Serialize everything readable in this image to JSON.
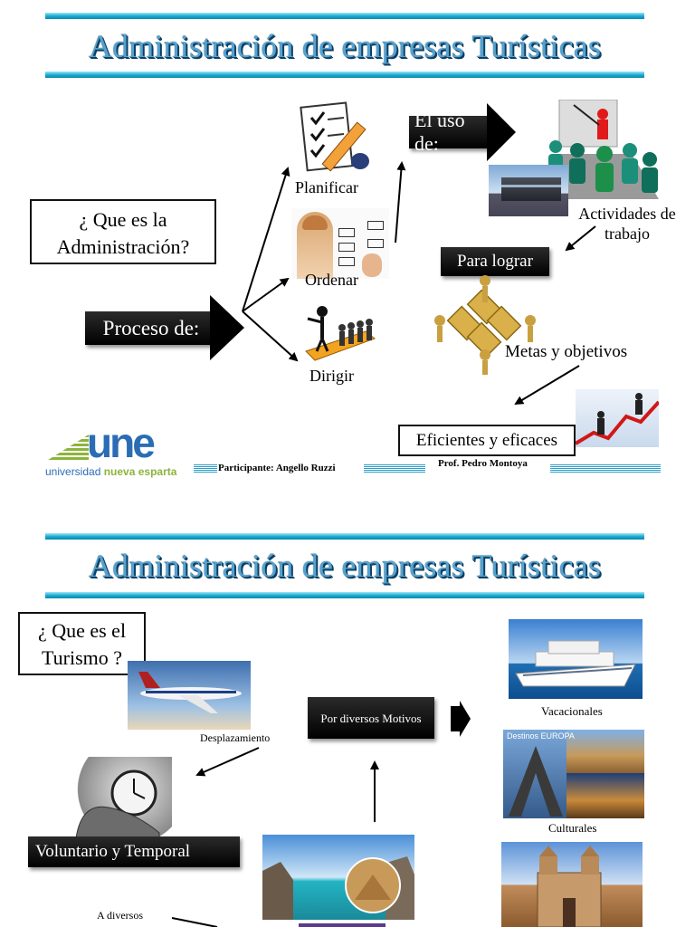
{
  "slide1": {
    "title": "Administración de empresas Turísticas",
    "question": "¿ Que es la Administración?",
    "proceso": "Proceso de:",
    "planificar": "Planificar",
    "ordenar": "Ordenar",
    "dirigir": "Dirigir",
    "el_uso": "El uso de:",
    "actividades": "Actividades de trabajo",
    "para_lograr": "Para lograr",
    "metas": "Metas y objetivos",
    "eficientes": "Eficientes y eficaces",
    "logo_une": "une",
    "logo_sub1": "universidad",
    "logo_sub2": "nueva esparta",
    "participante": "Participante: Angello Ruzzi",
    "profesor": "Prof. Pedro Montoya"
  },
  "slide2": {
    "title": "Administración de empresas Turísticas",
    "question": "¿ Que es el Turismo ?",
    "desplazamiento": "Desplazamiento",
    "motivos": "Por diversos Motivos",
    "vacacionales": "Vacacionales",
    "culturales": "Culturales",
    "destinos_banner": "Destinos EUROPA",
    "voluntario": "Voluntario y Temporal",
    "a_diversos": "A diversos"
  },
  "colors": {
    "title_blue": "#56a2cf",
    "band_blue": "#18a9d0",
    "logo_blue": "#2a6db5",
    "logo_green": "#8cb43a"
  }
}
